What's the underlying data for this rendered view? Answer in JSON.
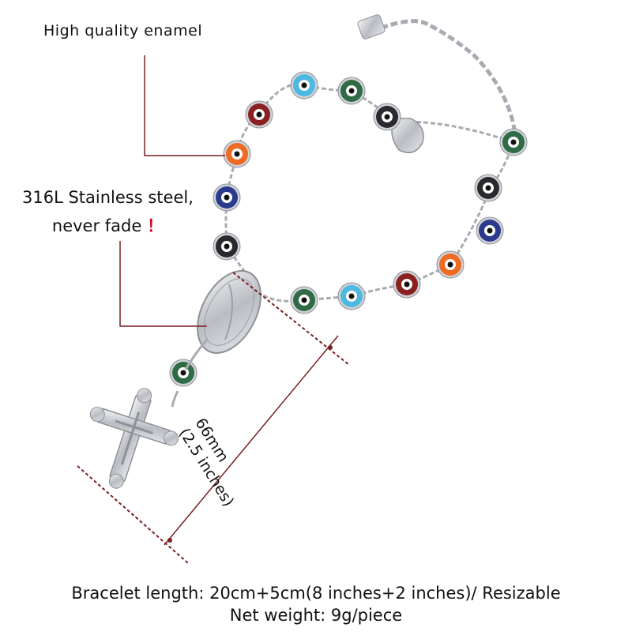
{
  "callouts": {
    "enamel": "High quality enamel",
    "steel_line1": "316L Stainless steel,",
    "steel_line2": "never fade",
    "steel_excl": "！"
  },
  "dimension": {
    "line1": "66mm",
    "line2": "(2.5 inches)"
  },
  "specs": {
    "length": "Bracelet length: 20cm+5cm(8 inches+2 inches)/ Resizable",
    "weight": "Net weight: 9g/piece"
  },
  "colors": {
    "leader_line": "#7a1f1f",
    "accent": "#c8102e",
    "silver": "#c9ccd1"
  },
  "beads": [
    "light-blue",
    "green",
    "black",
    "dark-red",
    "orange",
    "navy",
    "black",
    "green",
    "black",
    "navy",
    "orange",
    "dark-red",
    "light-blue",
    "green",
    "green"
  ]
}
